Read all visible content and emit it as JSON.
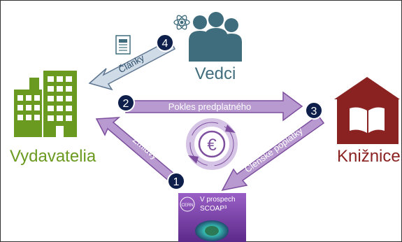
{
  "nodes": {
    "publishers": {
      "label": "Vydavatelia",
      "color": "#6a9a1f"
    },
    "scientists": {
      "label": "Vedci",
      "color": "#3f6d7d"
    },
    "libraries": {
      "label": "Knižnice",
      "color": "#8b2222"
    },
    "scoap": {
      "line1": "V prospech",
      "line2": "SCOAP³",
      "logo_text": "CERN"
    }
  },
  "flows": [
    {
      "number": "1",
      "label": "Zmluvy"
    },
    {
      "number": "2",
      "label": "Pokles predplatného"
    },
    {
      "number": "3",
      "label": "Členské poplatky"
    },
    {
      "number": "4",
      "label": "Články"
    }
  ],
  "cycle_symbol": "€",
  "colors": {
    "arrow_fill": "#b89ad0",
    "arrow_stroke": "#7d4f9e",
    "badge": "#0d1f4a",
    "article_arrow": "#cfdbe7"
  }
}
